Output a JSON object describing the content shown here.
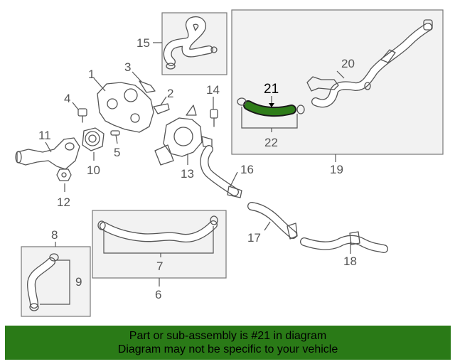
{
  "diagram": {
    "callouts": [
      "1",
      "2",
      "3",
      "4",
      "5",
      "6",
      "7",
      "8",
      "9",
      "10",
      "11",
      "12",
      "13",
      "14",
      "15",
      "16",
      "17",
      "18",
      "19",
      "20",
      "21",
      "22"
    ],
    "highlight_part": "21",
    "highlight_color": "#2f7d1a"
  },
  "banner": {
    "line1": "Part or sub-assembly is #21 in diagram",
    "line2": "Diagram may not be specific to your vehicle",
    "background": "#2a7a17"
  }
}
